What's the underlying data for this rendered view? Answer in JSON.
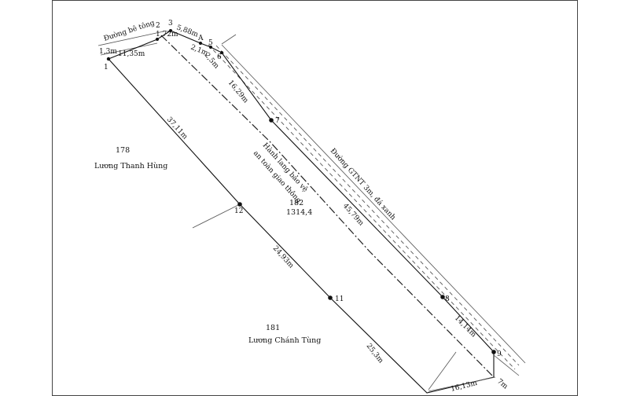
{
  "labels": {
    "road_concrete": "Đường bê tông",
    "road_gtnt": "Đường GTNT 3m, đá xanh",
    "corridor_line1": "Hành lang bảo vệ",
    "corridor_line2": "an toàn giao thông",
    "parcel_number": "182",
    "parcel_area": "1314,4",
    "owner_left_parcel": "178",
    "owner_left_name": "Lương Thanh Hùng",
    "owner_bottom_parcel": "181",
    "owner_bottom_name": "Lương Chánh Tùng"
  },
  "vertices": {
    "v1": "1",
    "v2": "2",
    "v3": "3",
    "vA": "A",
    "v5": "5",
    "v6": "6",
    "v7": "7",
    "v8": "8",
    "v9": "9",
    "v11": "11",
    "v12": "12"
  },
  "dimensions": {
    "d_1m": "1,3m",
    "d_11_35": "11,35m",
    "d_1_72": "1,72m",
    "d_5_88": "5,88m",
    "d_2_1": "2,1m",
    "d_2_5": "2,5m",
    "d_16_29": "16,29m",
    "d_37_11": "37,11m",
    "d_45_79": "45,79m",
    "d_24_93": "24,93m",
    "d_14_14": "14,14m",
    "d_25_3": "25,3m",
    "d_16_13": "16,13m",
    "d_7m": "7m"
  }
}
